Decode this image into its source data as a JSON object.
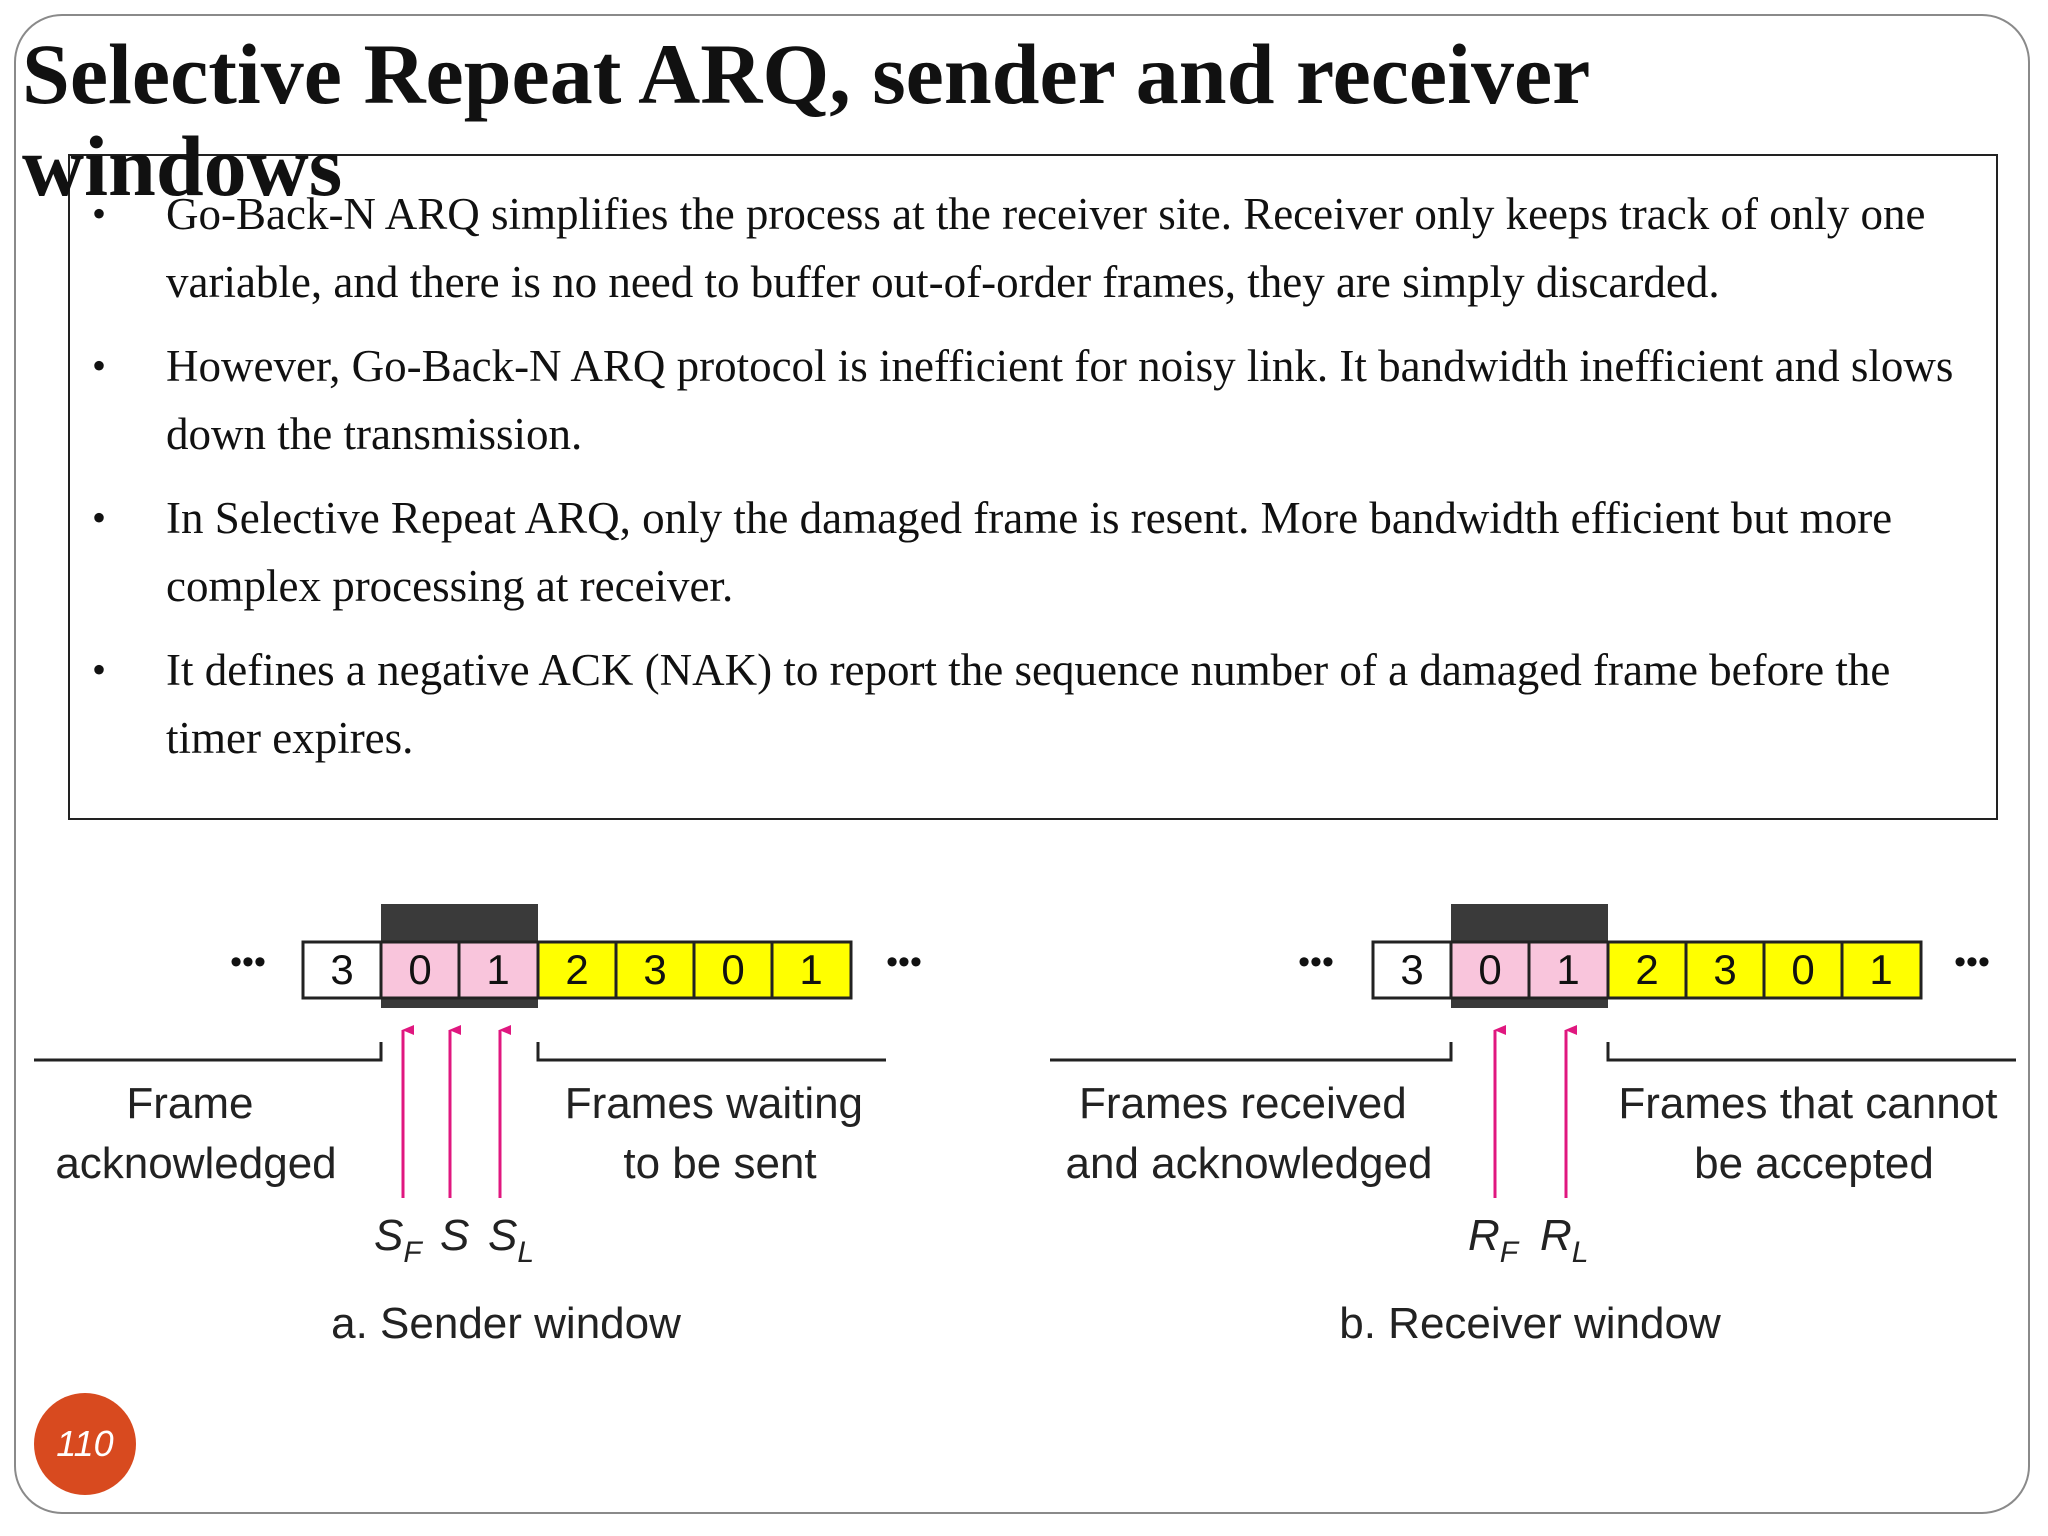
{
  "slide": {
    "title": "Selective Repeat ARQ, sender and receiver windows",
    "page_number": "110",
    "bullets": [
      "Go-Back-N ARQ simplifies the process at the receiver site. Receiver only keeps track of only one variable, and there is no need to buffer out-of-order frames, they are simply discarded.",
      "However, Go-Back-N ARQ protocol is inefficient for noisy link. It bandwidth inefficient and slows down the transmission.",
      "In Selective Repeat ARQ, only the damaged frame is resent. More bandwidth efficient but more complex processing at receiver.",
      "It defines a negative ACK (NAK) to report the sequence number of a damaged frame before the timer expires."
    ],
    "bullet_symbol": "•"
  },
  "diagram": {
    "ellipsis": "•••",
    "sender": {
      "caption": "a. Sender window",
      "frames": [
        {
          "label": "3",
          "state": "acknowledged"
        },
        {
          "label": "0",
          "state": "window"
        },
        {
          "label": "1",
          "state": "window"
        },
        {
          "label": "2",
          "state": "waiting"
        },
        {
          "label": "3",
          "state": "waiting"
        },
        {
          "label": "0",
          "state": "waiting"
        },
        {
          "label": "1",
          "state": "waiting"
        }
      ],
      "left_label": [
        "Frame",
        "acknowledged"
      ],
      "right_label": [
        "Frames waiting",
        "to be sent"
      ],
      "pointers": [
        "S_F",
        "S",
        "S_L"
      ]
    },
    "receiver": {
      "caption": "b. Receiver window",
      "frames": [
        {
          "label": "3",
          "state": "acknowledged"
        },
        {
          "label": "0",
          "state": "window"
        },
        {
          "label": "1",
          "state": "window"
        },
        {
          "label": "2",
          "state": "waiting"
        },
        {
          "label": "3",
          "state": "waiting"
        },
        {
          "label": "0",
          "state": "waiting"
        },
        {
          "label": "1",
          "state": "waiting"
        }
      ],
      "left_label": [
        "Frames received",
        "and acknowledged"
      ],
      "right_label": [
        "Frames that cannot",
        "be accepted"
      ],
      "pointers": [
        "R_F",
        "R_L"
      ]
    },
    "colors": {
      "window_fill": "#f9c5dc",
      "waiting_fill": "#ffff00",
      "acknowledged_fill": "#ffffff",
      "window_band": "#3a3a3a",
      "arrow": "#e0177f"
    }
  }
}
